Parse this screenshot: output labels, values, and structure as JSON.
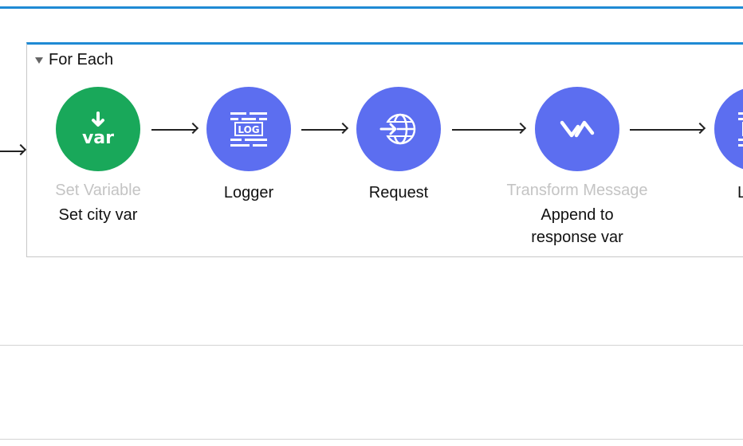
{
  "scope": {
    "title": "For Each"
  },
  "nodes": [
    {
      "category": "Set Variable",
      "label": "Set city var",
      "icon": "var-icon",
      "color": "#19a85a",
      "icon_text": "var"
    },
    {
      "category": "",
      "label": "Logger",
      "icon": "log-icon",
      "color": "#5c6ef0",
      "icon_text": "LOG"
    },
    {
      "category": "",
      "label": "Request",
      "icon": "globe-request-icon",
      "color": "#5c6ef0"
    },
    {
      "category": "Transform Message",
      "label": "Append to response var",
      "icon": "transform-icon",
      "color": "#5c6ef0"
    },
    {
      "category": "",
      "label": "Lo",
      "icon": "log-icon",
      "color": "#5c6ef0"
    }
  ],
  "colors": {
    "accent": "#1f8ad4",
    "connector_green": "#19a85a",
    "connector_purple": "#5c6ef0",
    "category_text": "#c4c4c4"
  }
}
